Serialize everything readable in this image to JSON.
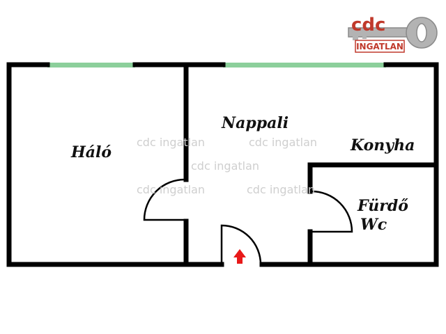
{
  "logo": {
    "brand": "cdc",
    "subtitle": "INGATLAN",
    "brand_color": "#c0392b",
    "key_color": "#a9a9a9"
  },
  "rooms": {
    "halo": "Háló",
    "nappali": "Nappali",
    "konyha": "Konyha",
    "furdo": "Fürdő",
    "wc": "Wc"
  },
  "watermark": {
    "text": "cdc ingatlan"
  },
  "colors": {
    "wall": "#000000",
    "window": "#8ccf9b",
    "entrance_arrow": "#e81919"
  },
  "icons": {
    "entrance": "arrow-up-icon",
    "logo": "key-icon"
  }
}
